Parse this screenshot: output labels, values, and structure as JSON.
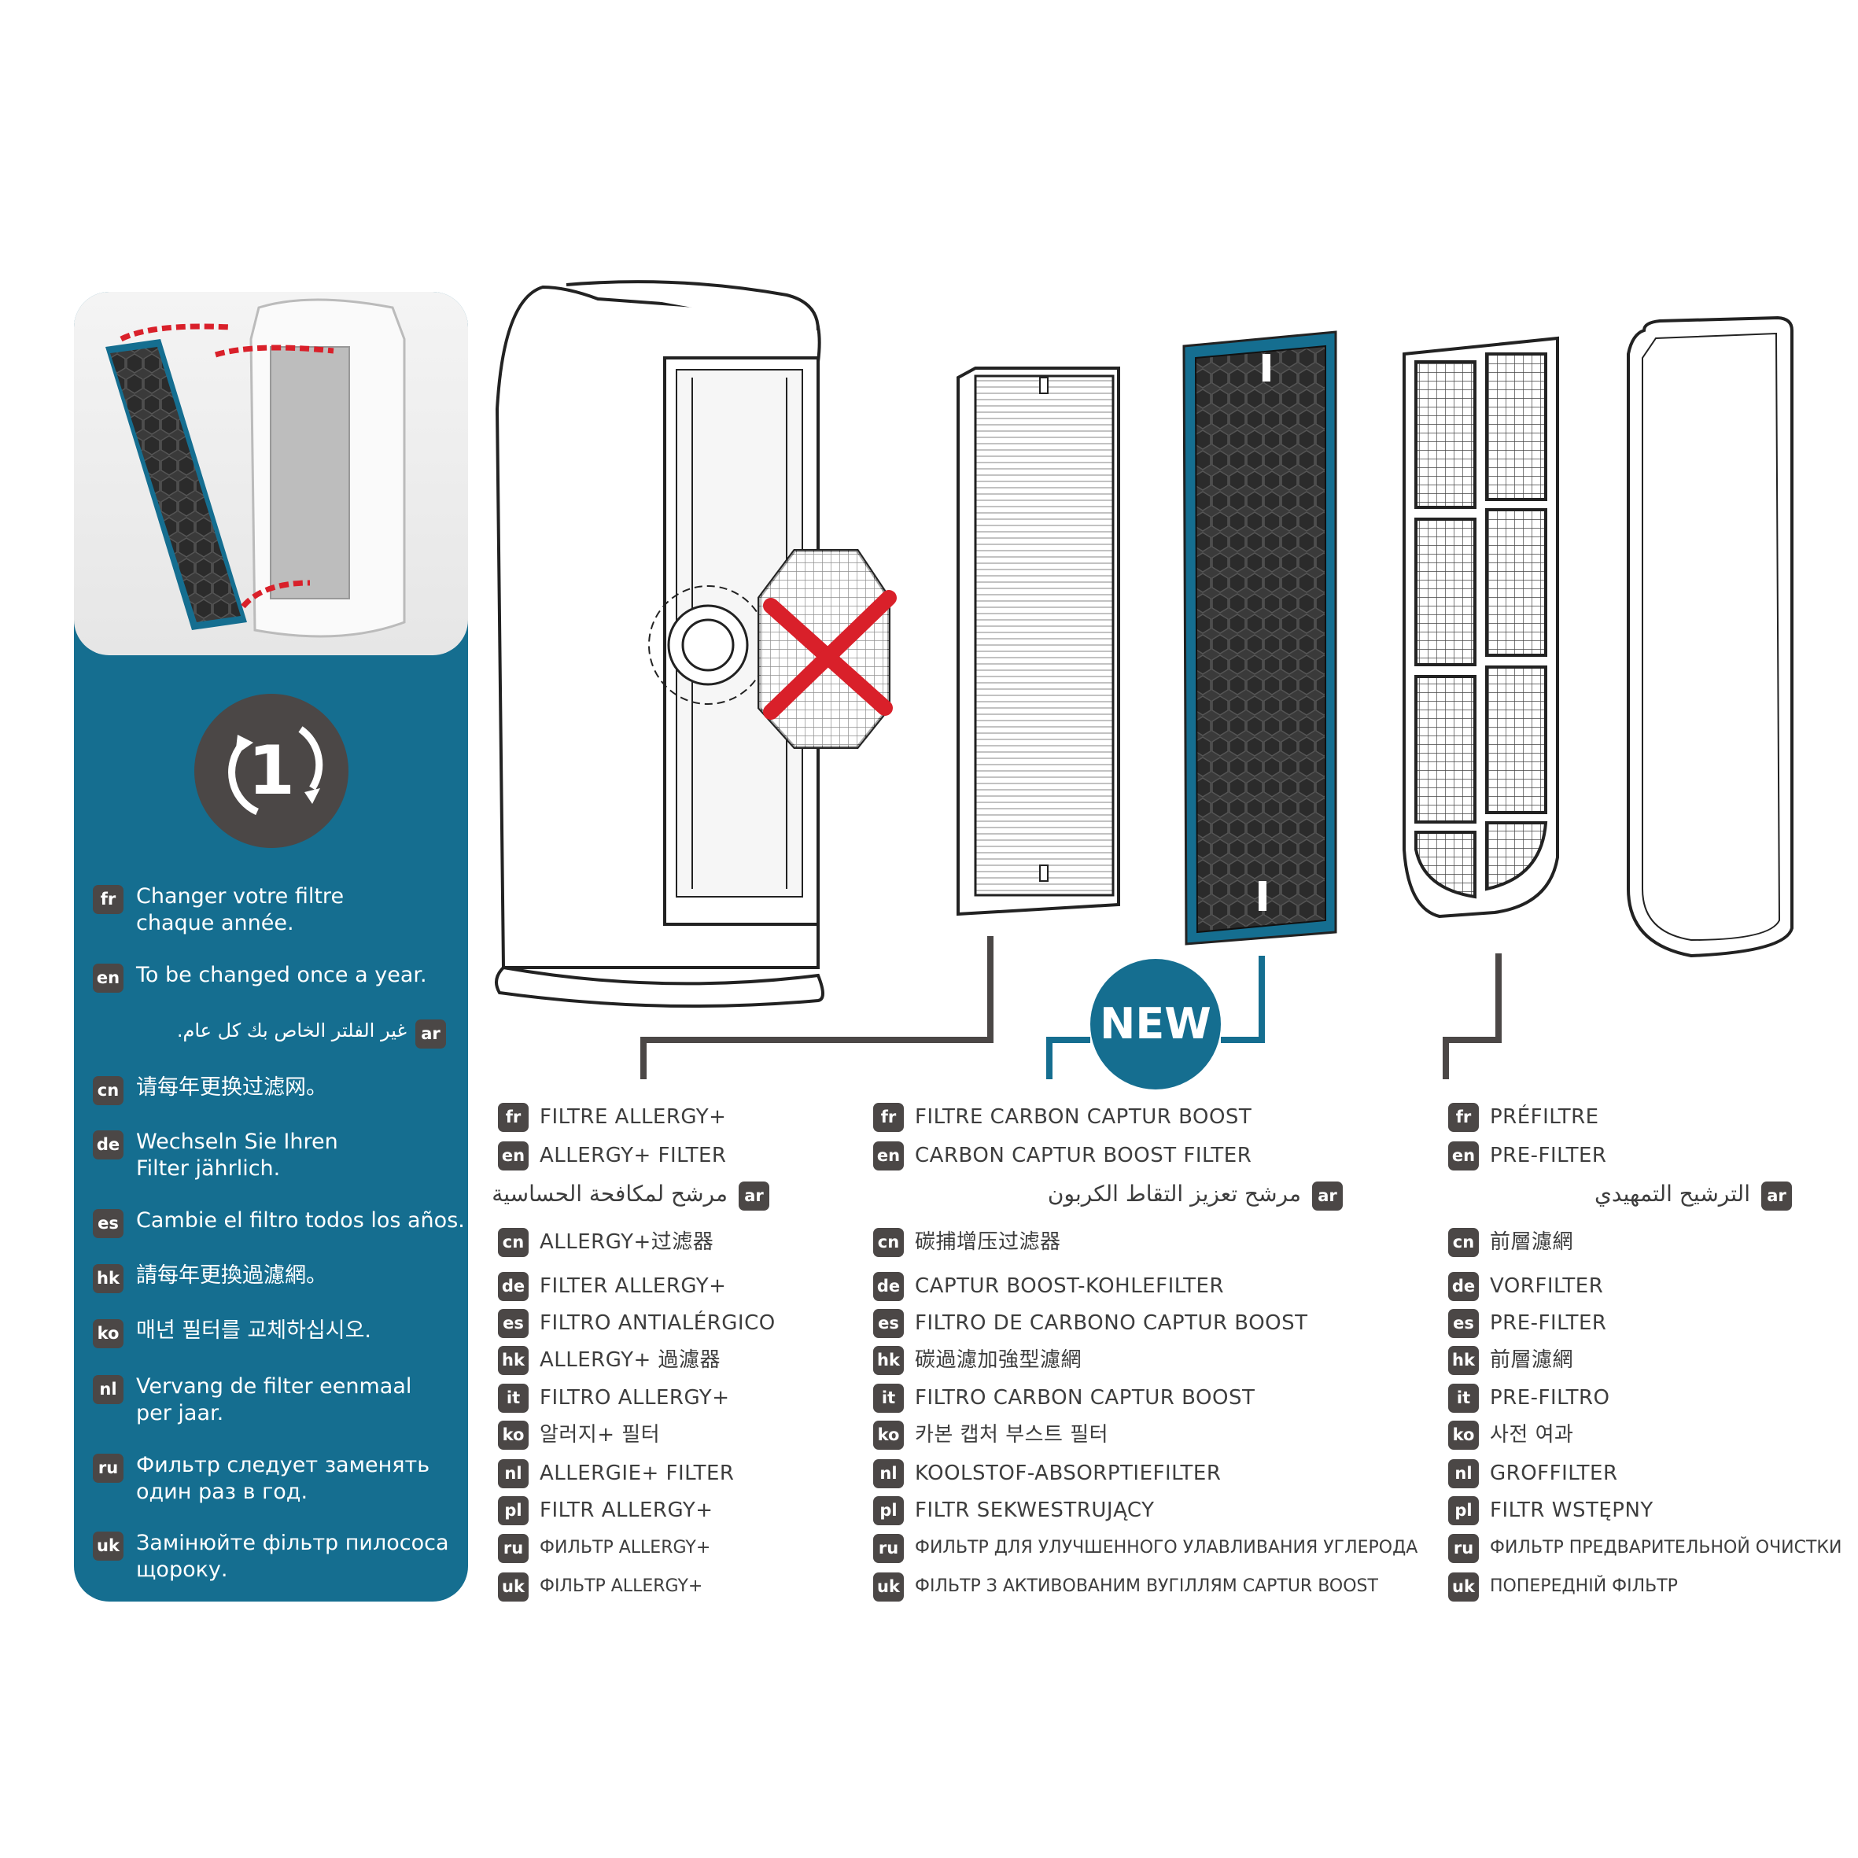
{
  "left_panel": {
    "cycle_icon_digit": "1",
    "instructions": [
      {
        "lang": "fr",
        "text": "Changer votre filtre\nchaque année."
      },
      {
        "lang": "en",
        "text": "To be changed once a year."
      },
      {
        "lang": "ar",
        "text": "غير الفلتر الخاص بك كل عام."
      },
      {
        "lang": "cn",
        "text": "请每年更换过滤网。"
      },
      {
        "lang": "de",
        "text": "Wechseln Sie Ihren\nFilter jährlich."
      },
      {
        "lang": "es",
        "text": "Cambie el filtro todos los años."
      },
      {
        "lang": "hk",
        "text": "請每年更換過濾網。"
      },
      {
        "lang": "ko",
        "text": "매년 필터를 교체하십시오."
      },
      {
        "lang": "nl",
        "text": "Vervang de filter eenmaal\nper jaar."
      },
      {
        "lang": "ru",
        "text": "Фильтр следует заменять\nодин раз в год."
      },
      {
        "lang": "uk",
        "text": "Замінюйте фільтр пилососа\nщороку."
      }
    ]
  },
  "new_badge": "NEW",
  "colors": {
    "brand_blue": "#156e90",
    "badge_grey": "#4b4746",
    "cross_red": "#d9202a"
  },
  "columns": [
    {
      "name": "allergy-filter",
      "items": [
        {
          "lang": "fr",
          "text": "FILTRE ALLERGY+"
        },
        {
          "lang": "en",
          "text": "ALLERGY+ FILTER"
        },
        {
          "lang": "ar",
          "text": "مرشح لمكافحة الحساسية"
        },
        {
          "lang": "cn",
          "text": "ALLERGY+过滤器"
        },
        {
          "lang": "de",
          "text": "FILTER ALLERGY+"
        },
        {
          "lang": "es",
          "text": "FILTRO ANTIALÉRGICO"
        },
        {
          "lang": "hk",
          "text": "ALLERGY+ 過濾器"
        },
        {
          "lang": "it",
          "text": "FILTRO ALLERGY+"
        },
        {
          "lang": "ko",
          "text": "알러지+ 필터"
        },
        {
          "lang": "nl",
          "text": "ALLERGIE+ FILTER"
        },
        {
          "lang": "pl",
          "text": "FILTR ALLERGY+"
        },
        {
          "lang": "ru",
          "text": "ФИЛЬТР ALLERGY+"
        },
        {
          "lang": "uk",
          "text": "ФІЛЬТР ALLERGY+"
        }
      ]
    },
    {
      "name": "carbon-filter",
      "items": [
        {
          "lang": "fr",
          "text": "FILTRE CARBON CAPTUR BOOST"
        },
        {
          "lang": "en",
          "text": "CARBON CAPTUR BOOST FILTER"
        },
        {
          "lang": "ar",
          "text": "مرشح تعزيز التقاط الكربون"
        },
        {
          "lang": "cn",
          "text": "碳捕增压过滤器"
        },
        {
          "lang": "de",
          "text": "CAPTUR BOOST-KOHLEFILTER"
        },
        {
          "lang": "es",
          "text": "FILTRO DE CARBONO CAPTUR BOOST"
        },
        {
          "lang": "hk",
          "text": "碳過濾加強型濾網"
        },
        {
          "lang": "it",
          "text": "FILTRO CARBON CAPTUR BOOST"
        },
        {
          "lang": "ko",
          "text": "카본 캡처 부스트 필터"
        },
        {
          "lang": "nl",
          "text": "KOOLSTOF-ABSORPTIEFILTER"
        },
        {
          "lang": "pl",
          "text": "FILTR SEKWESTRUJĄCY"
        },
        {
          "lang": "ru",
          "text": "ФИЛЬТР ДЛЯ УЛУЧШЕННОГО УЛАВЛИВАНИЯ УГЛЕРОДА"
        },
        {
          "lang": "uk",
          "text": "ФІЛЬТР З АКТИВОВАНИМ ВУГІЛЛЯМ CAPTUR BOOST"
        }
      ]
    },
    {
      "name": "pre-filter",
      "items": [
        {
          "lang": "fr",
          "text": "PRÉFILTRE"
        },
        {
          "lang": "en",
          "text": "PRE-FILTER"
        },
        {
          "lang": "ar",
          "text": "الترشيح التمهيدي"
        },
        {
          "lang": "cn",
          "text": "前層濾網"
        },
        {
          "lang": "de",
          "text": "VORFILTER"
        },
        {
          "lang": "es",
          "text": "PRE-FILTER"
        },
        {
          "lang": "hk",
          "text": "前層濾網"
        },
        {
          "lang": "it",
          "text": "PRE-FILTRO"
        },
        {
          "lang": "ko",
          "text": "사전 여과"
        },
        {
          "lang": "nl",
          "text": "GROFFILTER"
        },
        {
          "lang": "pl",
          "text": "FILTR WSTĘPNY"
        },
        {
          "lang": "ru",
          "text": "ФИЛЬТР ПРЕДВАРИТЕЛЬНОЙ ОЧИСТКИ"
        },
        {
          "lang": "uk",
          "text": "ПОПЕРЕДНІЙ ФІЛЬТР"
        }
      ]
    }
  ]
}
